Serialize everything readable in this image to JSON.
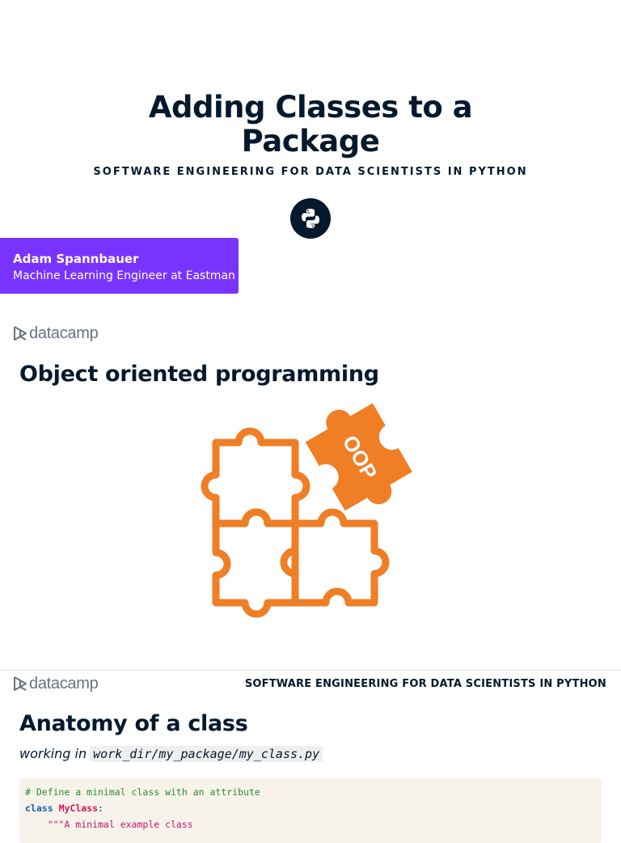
{
  "slide1": {
    "title_line1": "Adding Classes to a",
    "title_line2": "Package",
    "subtitle": "SOFTWARE ENGINEERING FOR DATA SCIENTISTS IN PYTHON",
    "author_name": "Adam Spannbauer",
    "author_role": "Machine Learning Engineer at Eastman"
  },
  "brand": {
    "logo_text": "datacamp",
    "accent": "#7933ff",
    "dark": "#05192d",
    "orange": "#ef7e25"
  },
  "slide2": {
    "heading": "Object oriented programming",
    "puzzle_label": "OOP"
  },
  "slide3": {
    "header_right": "SOFTWARE ENGINEERING FOR DATA SCIENTISTS IN PYTHON",
    "heading": "Anatomy of a class",
    "working_in": "working in",
    "path": "work_dir/my_package/my_class.py",
    "code": {
      "line1_comment": "# Define a minimal class with an attribute",
      "line2_kw": "class",
      "line2_name": "MyClass",
      "line2_colon": ":",
      "line3_str": "    \"\"\"A minimal example class"
    }
  }
}
